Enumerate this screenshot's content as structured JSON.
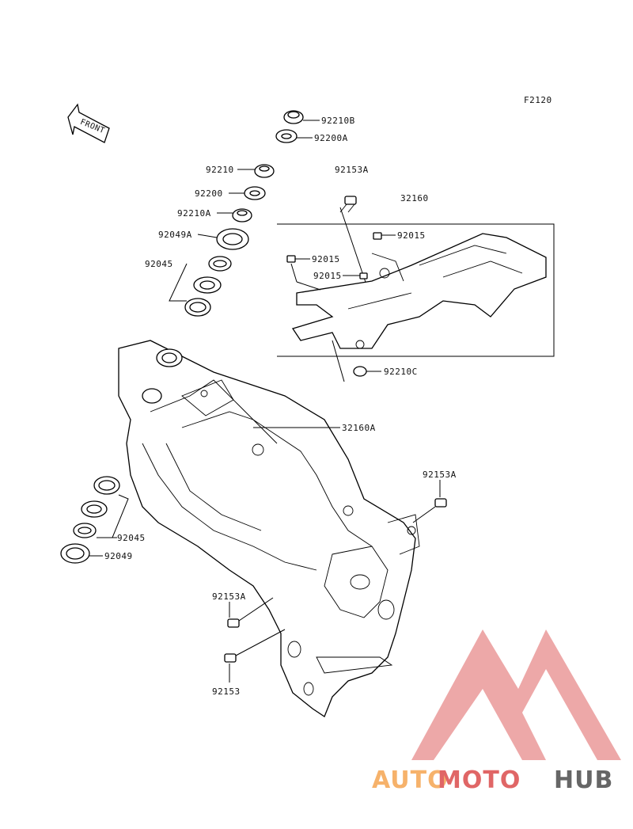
{
  "figure_code": "F2120",
  "front_label": "FRONT",
  "parts": {
    "p92210B": "92210B",
    "p92200A": "92200A",
    "p92210": "92210",
    "p92153A_top": "92153A",
    "p92200": "92200",
    "p32160": "32160",
    "p92210A": "92210A",
    "p92049A": "92049A",
    "p92015_a": "92015",
    "p92045_top": "92045",
    "p92015_b": "92015",
    "p92015_c": "92015",
    "p92210C": "92210C",
    "p32160A": "32160A",
    "p92153A_right": "92153A",
    "p92045_bottom": "92045",
    "p92049": "92049",
    "p92153A_left": "92153A",
    "p92153": "92153"
  },
  "watermark": {
    "auto": "AUTO",
    "moto": "MOTO",
    "hub": "HUB",
    "colors": {
      "auto": "#f6b26b",
      "moto": "#e06666",
      "hub": "#666666",
      "triangle": "#ea9999"
    }
  }
}
